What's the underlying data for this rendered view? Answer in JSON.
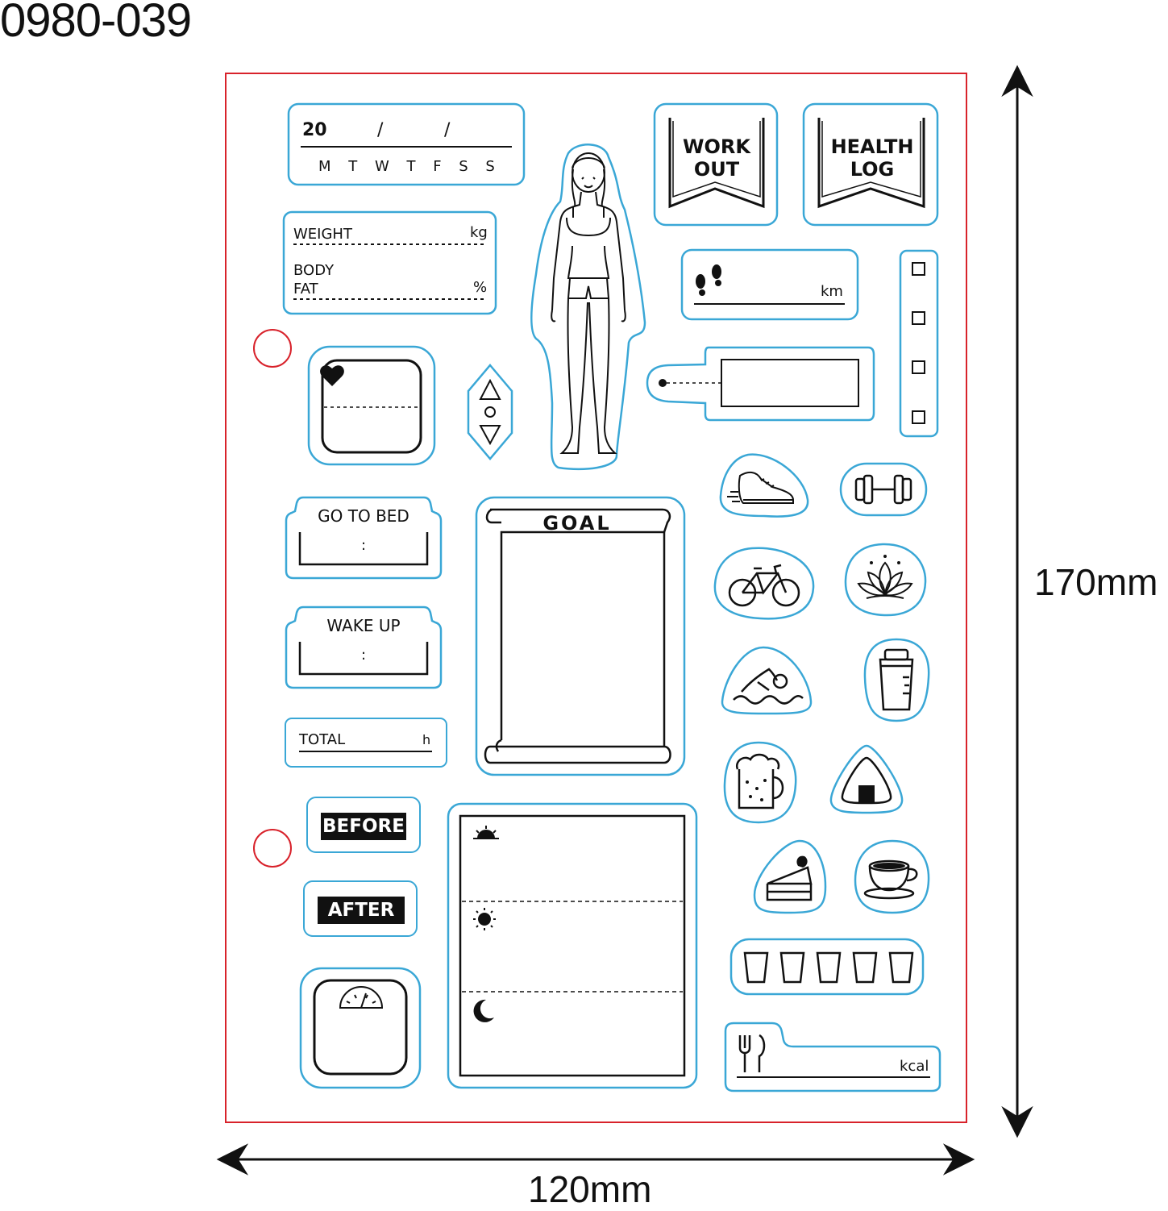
{
  "product_code": "0980-039",
  "dimensions": {
    "width_label": "120mm",
    "height_label": "170mm"
  },
  "colors": {
    "cut_line": "#3aa7d6",
    "sheet_border": "#d8222b",
    "ink": "#111111"
  },
  "stickers": {
    "date": {
      "year_prefix": "20",
      "slash1": "/",
      "slash2": "/",
      "weekdays": "M T W T F S S"
    },
    "weight_fat": {
      "weight_label": "WEIGHT",
      "weight_unit": "kg",
      "body_label": "BODY",
      "fat_label": "FAT",
      "fat_unit": "%"
    },
    "workout_flag": {
      "line1": "WORK",
      "line2": "OUT"
    },
    "healthlog_flag": {
      "line1": "HEALTH",
      "line2": "LOG"
    },
    "distance": {
      "unit": "km",
      "icon": "footprints-icon"
    },
    "checklist": {
      "icon": "checkbox-icon"
    },
    "heart_box": {
      "icon": "heart-icon"
    },
    "up_down": {
      "icon": "triangle-arrows-icon"
    },
    "woman_figure": {
      "icon": "woman-figure-icon"
    },
    "tag": {
      "icon": "luggage-tag-icon"
    },
    "go_to_bed": {
      "label": "GO TO BED",
      "colon": ":"
    },
    "wake_up": {
      "label": "WAKE UP",
      "colon": ":"
    },
    "total": {
      "label": "TOTAL",
      "unit": "h"
    },
    "goal": {
      "label": "GOAL"
    },
    "before": {
      "label": "BEFORE"
    },
    "after": {
      "label": "AFTER"
    },
    "scale": {
      "icon": "bathroom-scale-icon"
    },
    "meals": {
      "morning_icon": "sunrise-icon",
      "noon_icon": "sun-icon",
      "night_icon": "moon-icon"
    },
    "kcal": {
      "unit": "kcal",
      "icon": "fork-knife-icon"
    },
    "icons": [
      "sneaker-icon",
      "dumbbell-icon",
      "bicycle-icon",
      "lotus-icon",
      "swimmer-icon",
      "shaker-bottle-icon",
      "beer-mug-icon",
      "onigiri-icon",
      "cake-icon",
      "coffee-cup-icon",
      "water-glasses-icon"
    ]
  }
}
